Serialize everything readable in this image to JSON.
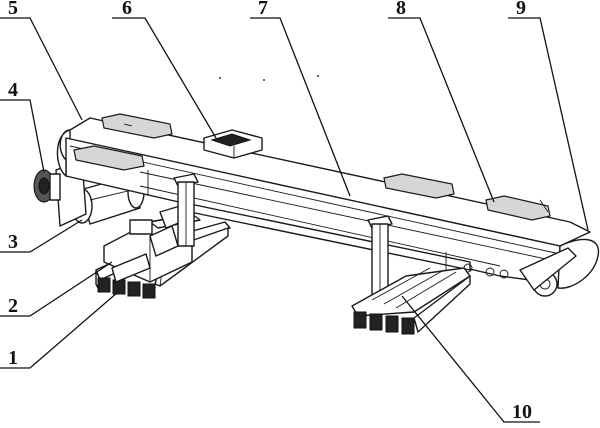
{
  "labels": [
    {
      "id": "1",
      "text": "1"
    },
    {
      "id": "2",
      "text": "2"
    },
    {
      "id": "3",
      "text": "3"
    },
    {
      "id": "4",
      "text": "4"
    },
    {
      "id": "5",
      "text": "5"
    },
    {
      "id": "6",
      "text": "6"
    },
    {
      "id": "7",
      "text": "7"
    },
    {
      "id": "8",
      "text": "8"
    },
    {
      "id": "9",
      "text": "9"
    },
    {
      "id": "10",
      "text": "10"
    }
  ]
}
